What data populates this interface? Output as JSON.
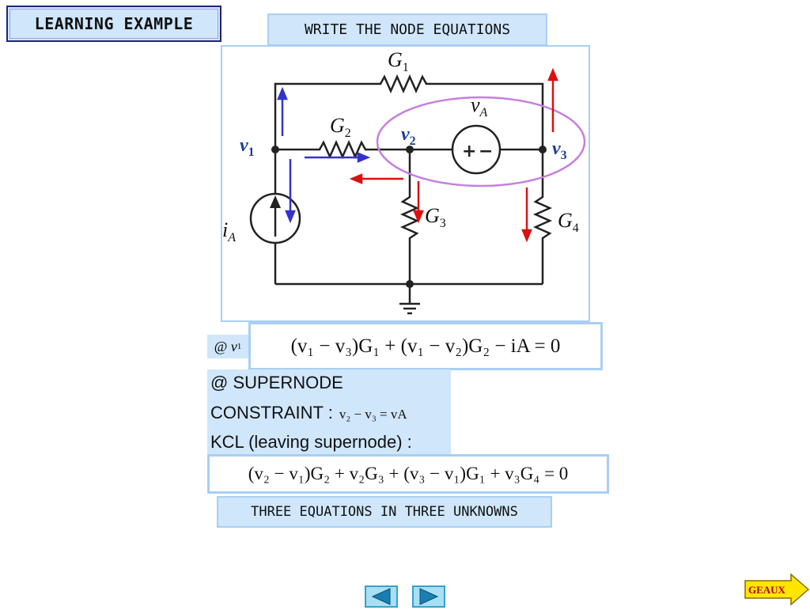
{
  "header": {
    "title": "LEARNING EXAMPLE",
    "instruction": "WRITE THE NODE EQUATIONS"
  },
  "circuit": {
    "labels": {
      "G1": "G",
      "G1_sub": "1",
      "G2": "G",
      "G2_sub": "2",
      "G3": "G",
      "G3_sub": "3",
      "G4": "G",
      "G4_sub": "4",
      "vA": "v",
      "vA_sub": "A",
      "iA": "i",
      "iA_sub": "A",
      "v1": "v",
      "v1_sub": "1",
      "v2": "v",
      "v2_sub": "2",
      "v3": "v",
      "v3_sub": "3",
      "plus": "+",
      "minus": "−"
    },
    "colors": {
      "wire": "#222222",
      "current_blue": "#3333cc",
      "current_red": "#dd1111",
      "supernode_ellipse": "#c77ee0",
      "node_label": "#1a3f9a"
    }
  },
  "equations": {
    "node1_label": "@",
    "node1_var": "v",
    "node1_sub": "1",
    "node1_equation": "(v₁ − v₃)G₁ + (v₁ − v₂)G₂ − iA = 0",
    "supernode_title": "@ SUPERNODE",
    "constraint_label": "CONSTRAINT :",
    "constraint_equation": "v₂ − v₃ = vA",
    "kcl_label": "KCL (leaving supernode) :",
    "supernode_equation": "(v₂ − v₁)G₂ + v₂G₃ + (v₃ − v₁)G₁ + v₃G₄ = 0",
    "conclusion": "THREE EQUATIONS IN THREE UNKNOWNS"
  },
  "nav": {
    "geaux_label": "GEAUX"
  }
}
